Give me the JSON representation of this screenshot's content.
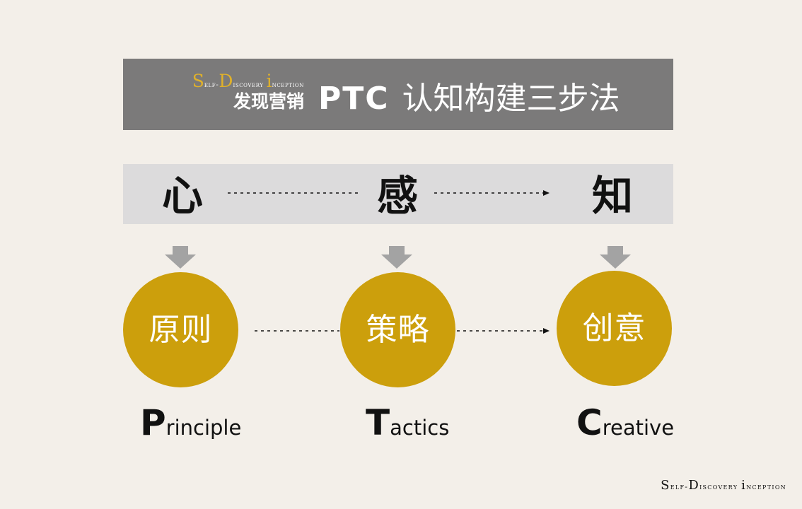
{
  "colors": {
    "background": "#f3efe9",
    "banner": "#7b7a7a",
    "band": "#dcdbdc",
    "accent_gold": "#cc9f0c",
    "brand_gold": "#e0b12a",
    "arrow_gray": "#a3a3a3",
    "text_dark": "#111111"
  },
  "banner": {
    "brand_en": {
      "s": "S",
      "elf": "elf-",
      "d": "D",
      "iscovery": "iscovery ",
      "i": "i",
      "nception": "nception"
    },
    "brand_zh": "发现营销",
    "title_ptc": "PTC",
    "title_zh": "认知构建三步法"
  },
  "band": {
    "steps": [
      "心",
      "感",
      "知"
    ]
  },
  "circles": [
    {
      "label": "原则",
      "word_initial": "P",
      "word_rest": "rinciple"
    },
    {
      "label": "策略",
      "word_initial": "T",
      "word_rest": "actics"
    },
    {
      "label": "创意",
      "word_initial": "C",
      "word_rest": "reative"
    }
  ],
  "footer": {
    "s": "S",
    "elf": "elf-",
    "d": "D",
    "iscovery": "iscovery ",
    "i": "i",
    "nception": "nception"
  }
}
